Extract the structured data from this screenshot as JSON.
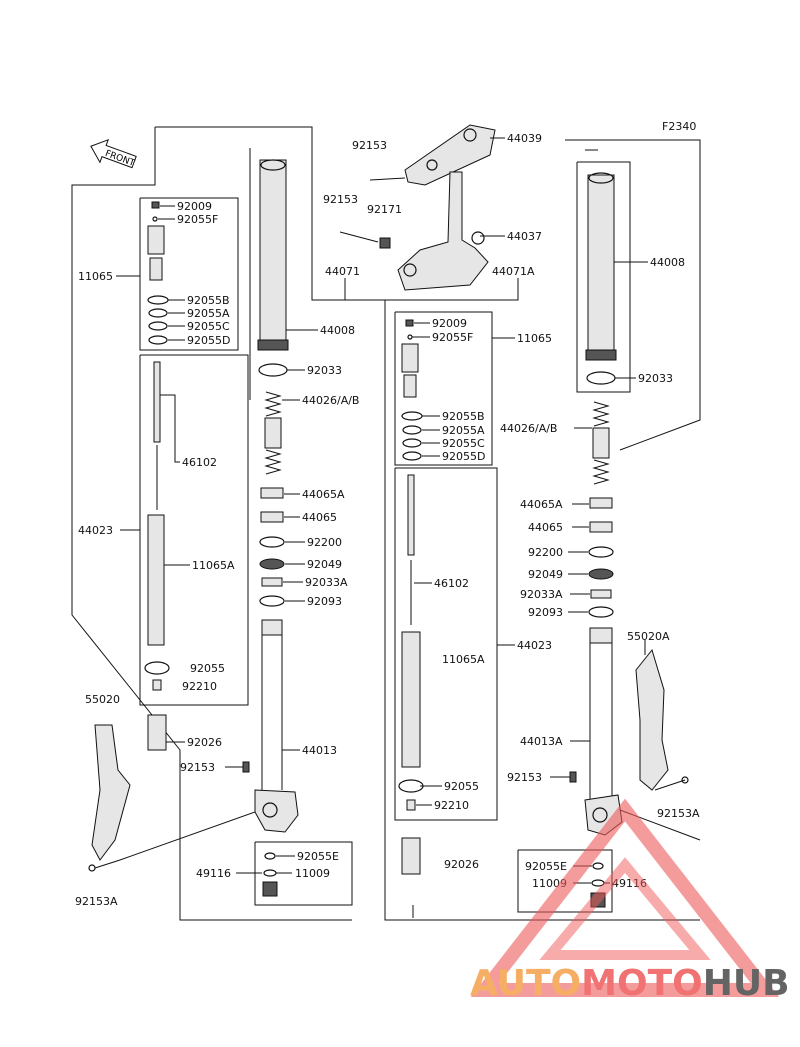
{
  "diagram": {
    "ref": "F2340",
    "front_arrow": "FRONT",
    "labels": {
      "l_92009": "92009",
      "l_92055F": "92055F",
      "l_11065": "11065",
      "l_92055B": "92055B",
      "l_92055A": "92055A",
      "l_92055C": "92055C",
      "l_92055D": "92055D",
      "l_46102": "46102",
      "l_44023": "44023",
      "l_11065A": "11065A",
      "l_92055": "92055",
      "l_92210": "92210",
      "l_55020": "55020",
      "l_92026": "92026",
      "l_92153_low": "92153",
      "l_92153A": "92153A",
      "l_44008": "44008",
      "l_92033": "92033",
      "l_44026": "44026/A/B",
      "l_44065A": "44065A",
      "l_44065": "44065",
      "l_92200": "92200",
      "l_92049": "92049",
      "l_92033A": "92033A",
      "l_92093": "92093",
      "l_44013": "44013",
      "l_92055E": "92055E",
      "l_49116": "49116",
      "l_11009": "11009",
      "l_92153_top": "92153",
      "l_44039": "44039",
      "l_92153_mid": "92153",
      "l_92171": "92171",
      "l_44037": "44037",
      "l_44071": "44071",
      "l_44071A": "44071A",
      "r_92009": "92009",
      "r_92055F": "92055F",
      "r_11065": "11065",
      "r_92055B": "92055B",
      "r_92055A": "92055A",
      "r_92055C": "92055C",
      "r_92055D": "92055D",
      "r_46102": "46102",
      "r_11065A": "11065A",
      "r_44023": "44023",
      "r_92055": "92055",
      "r_92210": "92210",
      "r_92026": "92026",
      "r_44008": "44008",
      "r_92033": "92033",
      "r_44026": "44026/A/B",
      "r_44065A": "44065A",
      "r_44065": "44065",
      "r_92200": "92200",
      "r_92049": "92049",
      "r_92033A": "92033A",
      "r_92093": "92093",
      "r_55020A": "55020A",
      "r_44013A": "44013A",
      "r_92153": "92153",
      "r_92153A": "92153A",
      "r_92055E": "92055E",
      "r_11009": "11009",
      "r_49116": "49116"
    },
    "watermark": {
      "part1": "AUTO",
      "part2": "MOTO",
      "part3": "HUB",
      "color1": "#f5a04a",
      "color2": "#ee5a5a",
      "color3": "#4a4a4a"
    }
  }
}
